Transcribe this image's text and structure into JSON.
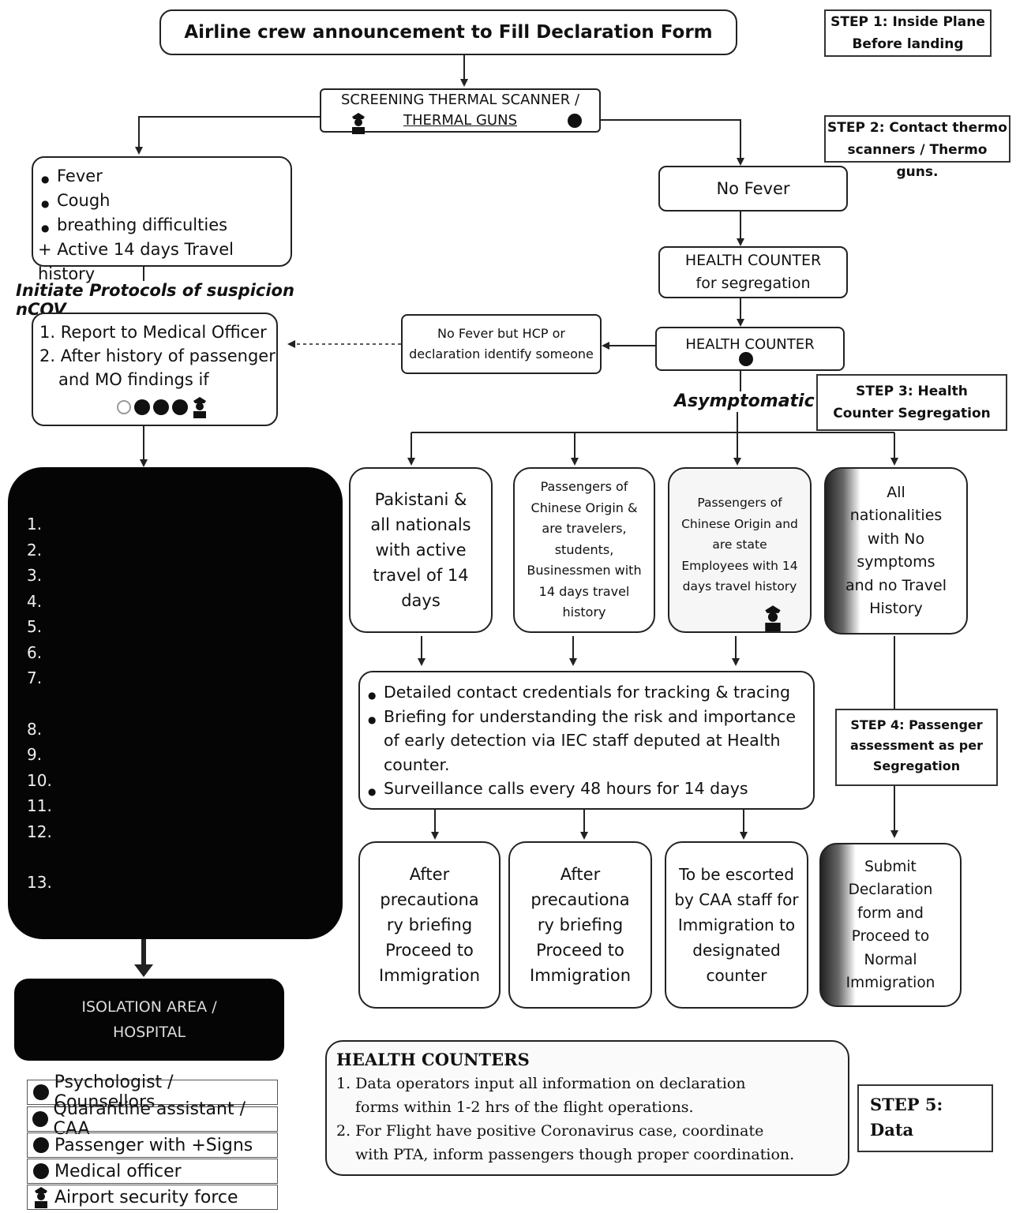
{
  "top_box": "Airline crew announcement to Fill Declaration Form",
  "steps": {
    "step1": [
      "STEP 1: Inside Plane",
      "Before landing"
    ],
    "step2": [
      "STEP 2: Contact thermo",
      "scanners / Thermo guns."
    ],
    "step3": [
      "STEP 3: Health",
      "Counter Segregation"
    ],
    "step4": [
      "STEP 4: Passenger",
      "assessment as per",
      "Segregation"
    ],
    "step5": [
      "STEP 5:",
      "Data"
    ]
  },
  "screening": [
    "SCREENING THERMAL SCANNER /",
    "THERMAL GUNS"
  ],
  "symptoms": [
    "Fever",
    "Cough",
    "breathing difficulties",
    "+ Active 14 days Travel history"
  ],
  "initiate_label": "Initiate Protocols of suspicion nCOV",
  "report_box": [
    "1. Report to Medical Officer",
    "2. After history of passenger",
    "and MO findings if"
  ],
  "no_fever": "No Fever",
  "health_counter_seg": [
    "HEALTH COUNTER",
    "for segregation"
  ],
  "hcp_box": [
    "No Fever but HCP or",
    "declaration identify someone"
  ],
  "health_counter": "HEALTH COUNTER",
  "asymptomatic": "Asymptomatic",
  "criteria_numbers": [
    "1.",
    "2.",
    "3.",
    "4.",
    "5.",
    "6.",
    "7.",
    "8.",
    "9.",
    "10.",
    "11.",
    "12.",
    "13."
  ],
  "categories": [
    [
      "Pakistani &",
      "all nationals",
      "with active",
      "travel of 14",
      "days"
    ],
    [
      "Passengers of",
      "Chinese Origin &",
      "are travelers,",
      "students,",
      "Businessmen with",
      "14 days travel",
      "history"
    ],
    [
      "Passengers of",
      "Chinese Origin and",
      "are state",
      "Employees with 14",
      "days travel history"
    ],
    [
      "All",
      "nationalities",
      "with No",
      "symptoms",
      "and no Travel",
      "History"
    ]
  ],
  "detail_bullets": [
    "Detailed contact credentials for tracking & tracing",
    "Briefing for understanding the risk and importance of early detection via IEC staff deputed at Health counter.",
    "Surveillance calls every 48 hours for 14 days"
  ],
  "outcomes": [
    [
      "After",
      "precautiona",
      "ry briefing",
      "Proceed to",
      "Immigration"
    ],
    [
      "After",
      "precautiona",
      "ry briefing",
      "Proceed to",
      "Immigration"
    ],
    [
      "To be escorted",
      "by CAA staff for",
      "Immigration to",
      "designated",
      "counter"
    ],
    [
      "Submit",
      "Declaration",
      "form and",
      "Proceed to",
      "Normal",
      "Immigration"
    ]
  ],
  "isolation": [
    "ISOLATION AREA /",
    "HOSPITAL"
  ],
  "health_counters_title": "HEALTH COUNTERS",
  "health_counters_items": [
    [
      "1. Data operators input all information on declaration",
      "forms within 1-2 hrs of the flight operations."
    ],
    [
      "2. For Flight have positive Coronavirus case, coordinate",
      "with PTA, inform passengers though proper coordination."
    ]
  ],
  "legend": [
    {
      "icon": "dot",
      "label": "Psychologist / Counsellors"
    },
    {
      "icon": "dot",
      "label": "Quarantine assistant / CAA"
    },
    {
      "icon": "dot",
      "label": "Passenger with +Signs"
    },
    {
      "icon": "dot",
      "label": "Medical officer"
    },
    {
      "icon": "officer",
      "label": "Airport security force"
    }
  ]
}
